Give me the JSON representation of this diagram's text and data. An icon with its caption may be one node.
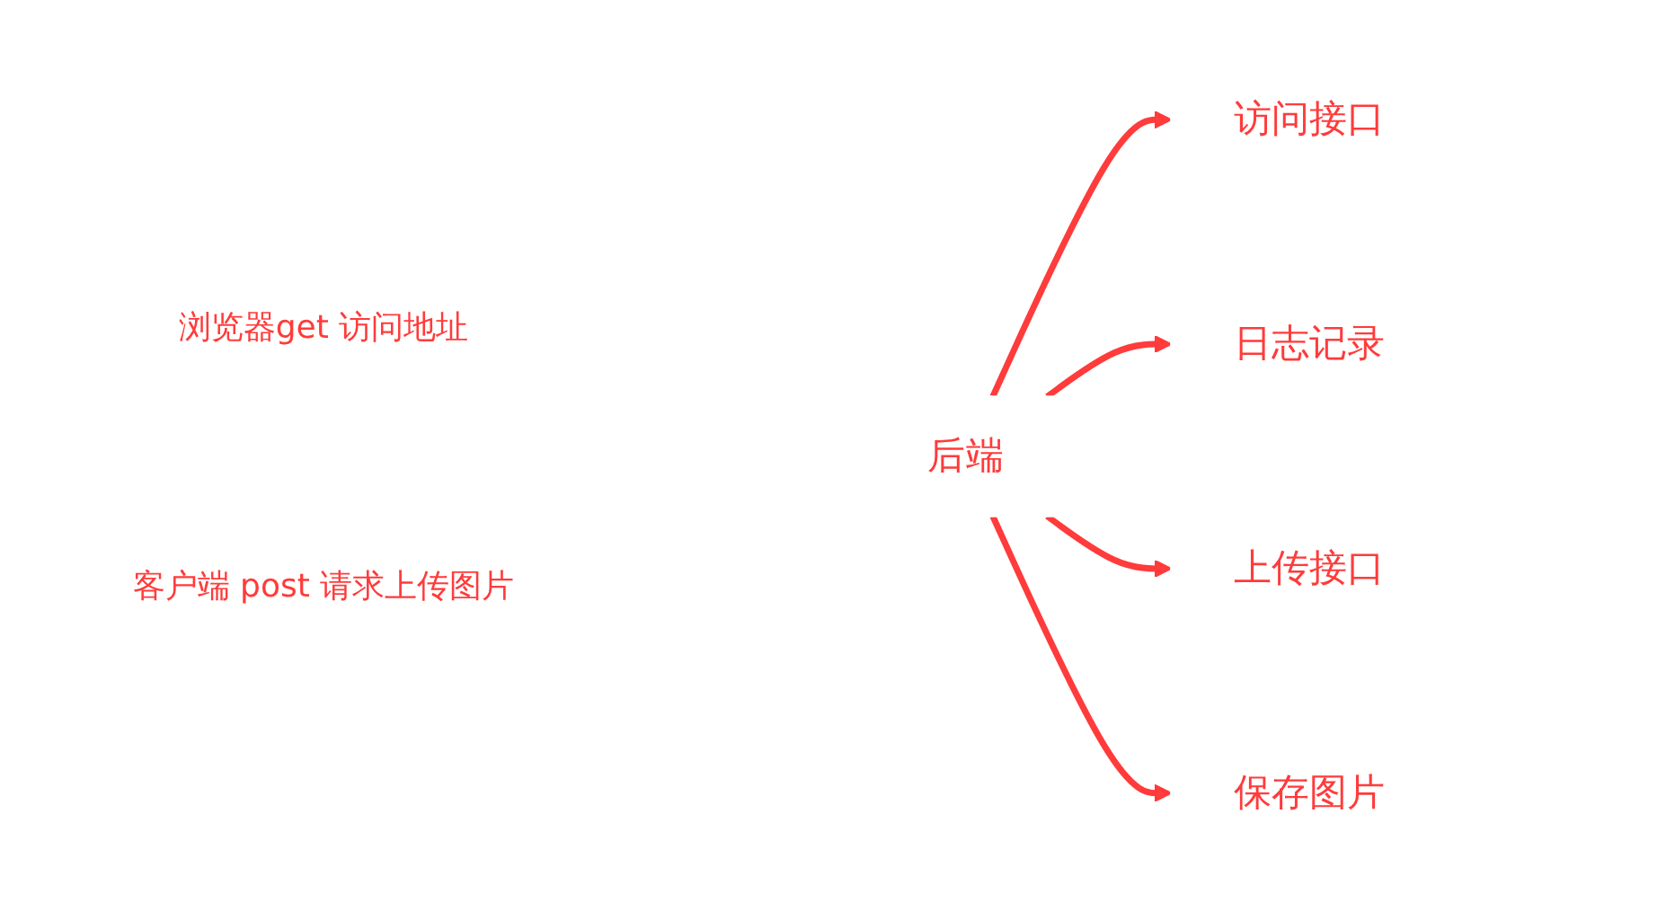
{
  "diagram": {
    "nodes": [
      {
        "text": [
          "访问接口"
        ]
      },
      {
        "text": [
          "日志记录"
        ]
      },
      {
        "text": [
          "后端"
        ]
      },
      {
        "text": [
          "上传接口"
        ]
      },
      {
        "text": [
          "保存图片"
        ]
      }
    ],
    "edges": [
      {
        "from": 2,
        "to": 0,
        "arrow": "to"
      },
      {
        "from": 2,
        "to": 1,
        "arrow": "to"
      },
      {
        "from": 2,
        "to": 3,
        "arrow": "to"
      },
      {
        "from": 2,
        "to": 4,
        "arrow": "to"
      }
    ],
    "labels": [
      "浏览器get 访问地址",
      "客户端 post 请求上传图片"
    ]
  }
}
